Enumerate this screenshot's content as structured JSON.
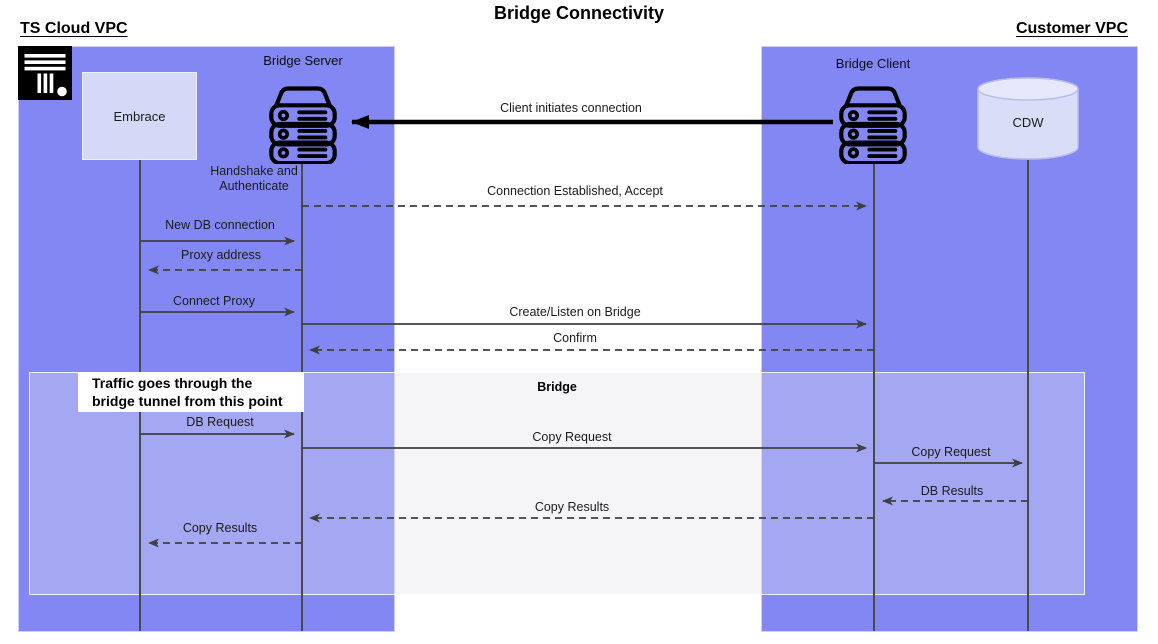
{
  "title": "Bridge Connectivity",
  "groups": {
    "left": "TS Cloud VPC",
    "right": "Customer VPC"
  },
  "actors": {
    "embrace": "Embrace",
    "bridge_server": "Bridge Server",
    "bridge_client": "Bridge Client",
    "cdw": "CDW"
  },
  "notes": {
    "handshake": "Handshake and Authenticate",
    "bridge": "Bridge",
    "traffic": [
      "Traffic goes through the",
      "bridge tunnel from this point"
    ]
  },
  "messages": {
    "client_init": "Client initiates connection",
    "conn_est": "Connection Established, Accept",
    "new_db": "New DB connection",
    "proxy_addr": "Proxy address",
    "connect_proxy": "Connect Proxy",
    "create_listen": "Create/Listen on Bridge",
    "confirm": "Confirm",
    "db_request": "DB Request",
    "copy_request_mid": "Copy Request",
    "copy_request_right": "Copy Request",
    "db_results": "DB Results",
    "copy_results_mid": "Copy Results",
    "copy_results_left": "Copy Results"
  },
  "colors": {
    "vpc_fill": "#8387F4",
    "node_fill": "#D5D9F7",
    "cylinder_fill": "#DADDF8",
    "overlay_fill": "rgba(225,226,235,0.35)",
    "line": "#3F3F3F",
    "thick_arrow": "#000000"
  }
}
